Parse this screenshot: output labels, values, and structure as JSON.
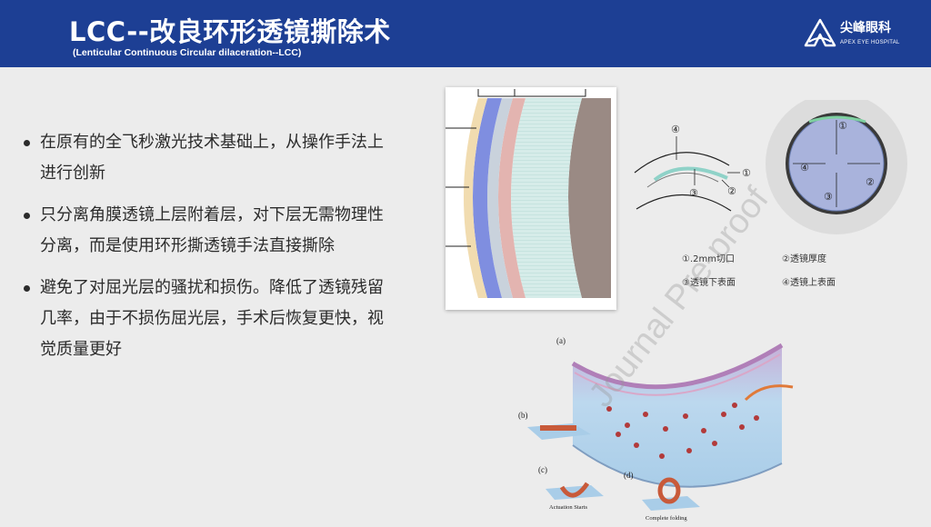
{
  "header": {
    "title": "LCC--改良环形透镜撕除术",
    "subtitle": "(Lenticular Continuous Circular dilaceration--LCC)",
    "logo_name": "尖峰眼科",
    "logo_sub": "APEX EYE HOSPITAL",
    "bg_color": "#1d3f94"
  },
  "bullets": [
    {
      "text": "在原有的全飞秒激光技术基础上，从操作手法上进行创新"
    },
    {
      "text": "只分离角膜透镜上层附着层，对下层无需物理性分离，而是使用环形撕透镜手法直接撕除"
    },
    {
      "text": "避免了对屈光层的骚扰和损伤。降低了透镜残留几率，由于不损伤屈光层，手术后恢复更快，视觉质量更好"
    }
  ],
  "diagram": {
    "labels": {
      "n1": "①",
      "n2": "②",
      "n3": "③",
      "n4": "④",
      "l1": "①.2mm切口",
      "l2": "②透镜厚度",
      "l3": "③透镜下表面",
      "l4": "④透镜上表面"
    }
  },
  "figure": {
    "a": "(a)",
    "b": "(b)",
    "c": "(c)",
    "d": "(d)",
    "c_caption": "Actuation Starts",
    "d_caption": "Complete folding"
  },
  "watermark": "Journal Pre-proof"
}
